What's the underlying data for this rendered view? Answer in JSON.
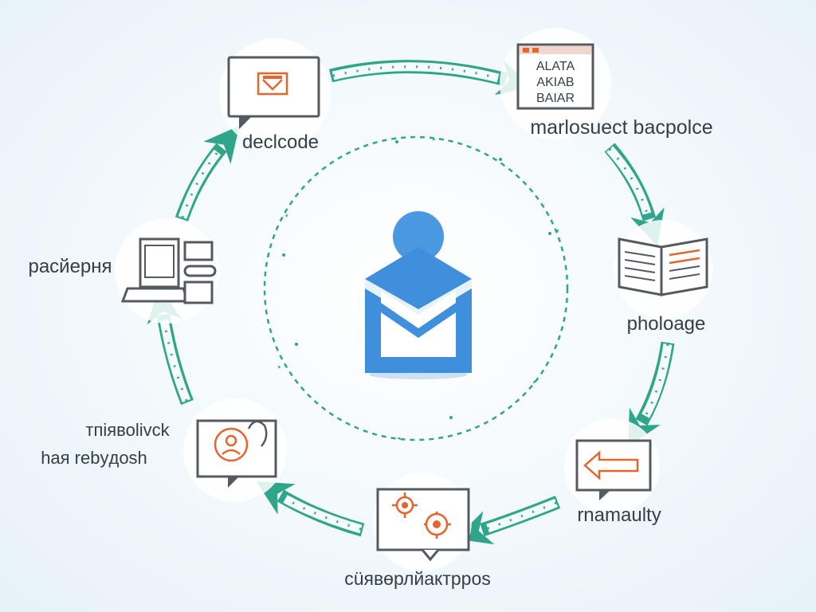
{
  "nodes": [
    {
      "id": "top-left",
      "label_lines": [
        "declcode"
      ],
      "icon": "code-box-icon"
    },
    {
      "id": "top-right",
      "label_lines": [
        "marlosuect bacpolce"
      ],
      "icon": "text-table-icon"
    },
    {
      "id": "right",
      "label_lines": [
        "pholoage"
      ],
      "icon": "open-book-icon"
    },
    {
      "id": "bottom-right",
      "label_lines": [
        "rnamaulty"
      ],
      "icon": "left-arrow-box-icon"
    },
    {
      "id": "bottom",
      "label_lines": [
        "cüявөрлйактрpos"
      ],
      "icon": "gears-box-icon"
    },
    {
      "id": "bottom-left",
      "label_lines": [
        "тпiявоlivck",
        "hая rebyдosh"
      ],
      "icon": "person-speech-icon"
    },
    {
      "id": "left",
      "label_lines": [
        "pacйерня"
      ],
      "icon": "computer-icon"
    }
  ],
  "top_right_icon_text": [
    "ALATA",
    "AKIAB",
    "BAIAR"
  ],
  "center_icon": "person-envelope-icon",
  "colors": {
    "arrow": "#2fa58a",
    "center_blue": "#3f8fdc",
    "accent_orange": "#e5652e",
    "frame": "#555a60"
  }
}
